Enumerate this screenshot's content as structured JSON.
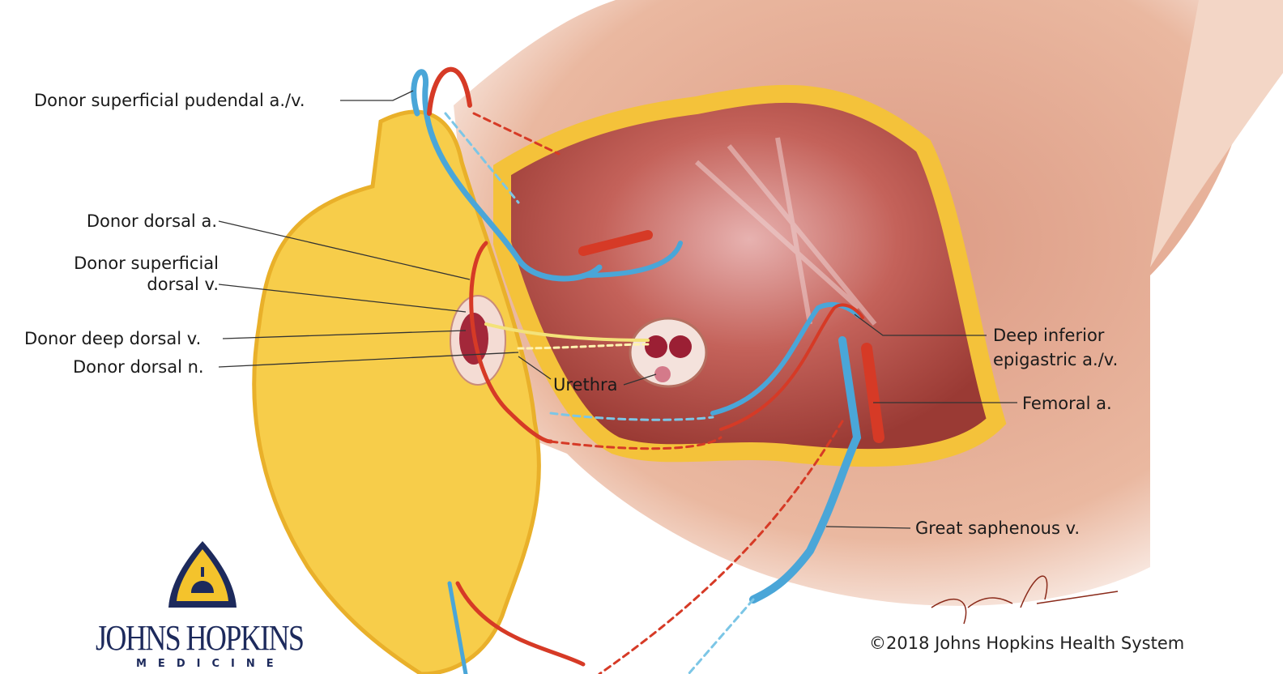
{
  "labels": {
    "pudendal": "Donor superficial pudendal a./v.",
    "dorsal_a": "Donor dorsal a.",
    "sup_dorsal_v_1": "Donor superficial",
    "sup_dorsal_v_2": "dorsal v.",
    "deep_dorsal_v": "Donor deep dorsal v.",
    "dorsal_n": "Donor dorsal n.",
    "urethra": "Urethra",
    "epigastric_1": "Deep inferior",
    "epigastric_2": "epigastric a./v.",
    "femoral": "Femoral a.",
    "saphenous": "Great saphenous v."
  },
  "logo": {
    "name": "JOHNS HOPKINS",
    "sub": "MEDICINE"
  },
  "copyright": "©2018 Johns Hopkins Health System",
  "signature": "Devon Stuart",
  "colors": {
    "artery": "#d63a26",
    "vein": "#4aa6d8",
    "fat": "#f6c93a",
    "muscle": "#b8524a",
    "skin": "#e8b49c",
    "nerve": "#f3e27a"
  }
}
